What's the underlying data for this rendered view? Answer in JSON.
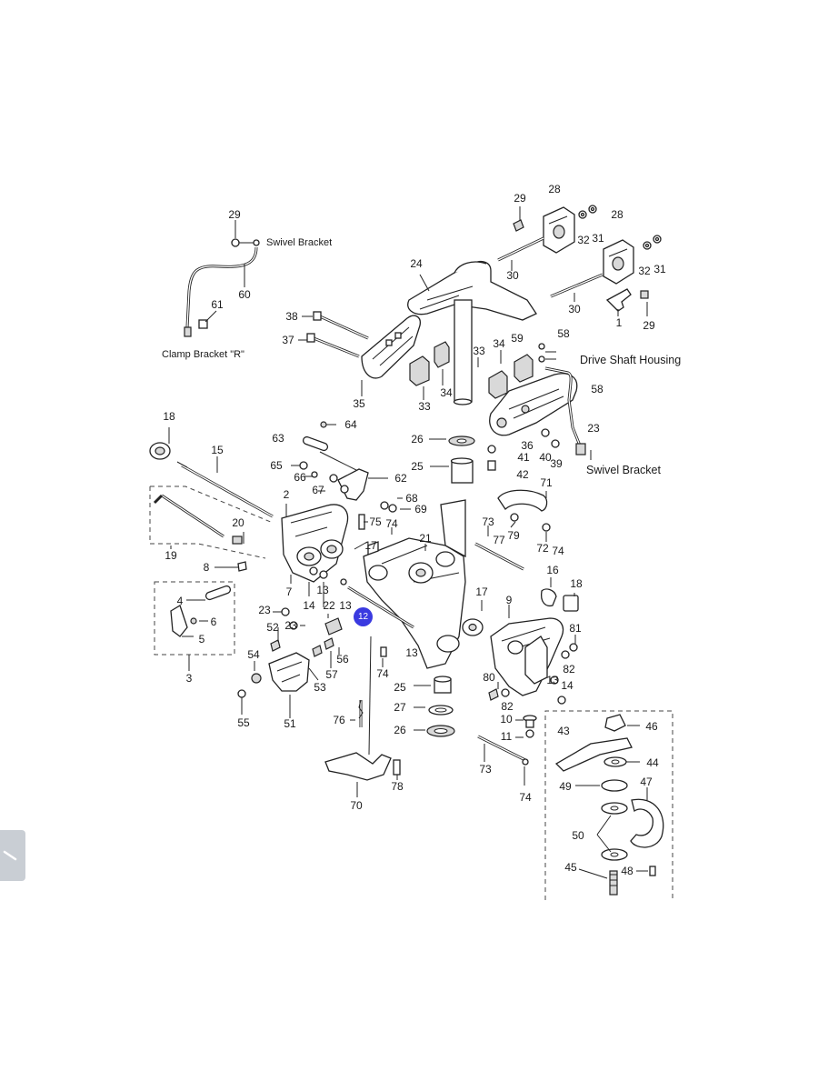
{
  "diagram": {
    "annotations": {
      "swivel_bracket_top": "Swivel Bracket",
      "clamp_bracket_r": "Clamp Bracket \"R\"",
      "drive_shaft_housing": "Drive Shaft Housing",
      "swivel_bracket_right": "Swivel Bracket"
    },
    "highlight_label": "12",
    "callouts": [
      {
        "id": "29a",
        "text": "29"
      },
      {
        "id": "60",
        "text": "60"
      },
      {
        "id": "61",
        "text": "61"
      },
      {
        "id": "38",
        "text": "38"
      },
      {
        "id": "37",
        "text": "37"
      },
      {
        "id": "35",
        "text": "35"
      },
      {
        "id": "24",
        "text": "24"
      },
      {
        "id": "26a",
        "text": "26"
      },
      {
        "id": "25a",
        "text": "25"
      },
      {
        "id": "33a",
        "text": "33"
      },
      {
        "id": "34a",
        "text": "34"
      },
      {
        "id": "33b",
        "text": "33"
      },
      {
        "id": "34b",
        "text": "34"
      },
      {
        "id": "29b",
        "text": "29"
      },
      {
        "id": "28a",
        "text": "28"
      },
      {
        "id": "32a",
        "text": "32"
      },
      {
        "id": "31a",
        "text": "31"
      },
      {
        "id": "30a",
        "text": "30"
      },
      {
        "id": "28b",
        "text": "28"
      },
      {
        "id": "32b",
        "text": "32"
      },
      {
        "id": "31b",
        "text": "31"
      },
      {
        "id": "30b",
        "text": "30"
      },
      {
        "id": "1",
        "text": "1"
      },
      {
        "id": "29c",
        "text": "29"
      },
      {
        "id": "59",
        "text": "59"
      },
      {
        "id": "58a",
        "text": "58"
      },
      {
        "id": "58b",
        "text": "58"
      },
      {
        "id": "36",
        "text": "36"
      },
      {
        "id": "41",
        "text": "41"
      },
      {
        "id": "42",
        "text": "42"
      },
      {
        "id": "40",
        "text": "40"
      },
      {
        "id": "39",
        "text": "39"
      },
      {
        "id": "23a",
        "text": "23"
      },
      {
        "id": "18a",
        "text": "18"
      },
      {
        "id": "15",
        "text": "15"
      },
      {
        "id": "2",
        "text": "2"
      },
      {
        "id": "20",
        "text": "20"
      },
      {
        "id": "19",
        "text": "19"
      },
      {
        "id": "63",
        "text": "63"
      },
      {
        "id": "64",
        "text": "64"
      },
      {
        "id": "65",
        "text": "65"
      },
      {
        "id": "66",
        "text": "66"
      },
      {
        "id": "67",
        "text": "67"
      },
      {
        "id": "62",
        "text": "62"
      },
      {
        "id": "68",
        "text": "68"
      },
      {
        "id": "69",
        "text": "69"
      },
      {
        "id": "75",
        "text": "75"
      },
      {
        "id": "74a",
        "text": "74"
      },
      {
        "id": "21",
        "text": "21"
      },
      {
        "id": "17a",
        "text": "17"
      },
      {
        "id": "8",
        "text": "8"
      },
      {
        "id": "7",
        "text": "7"
      },
      {
        "id": "14a",
        "text": "14"
      },
      {
        "id": "13a",
        "text": "13"
      },
      {
        "id": "13b",
        "text": "13"
      },
      {
        "id": "22",
        "text": "22"
      },
      {
        "id": "4",
        "text": "4"
      },
      {
        "id": "6",
        "text": "6"
      },
      {
        "id": "5",
        "text": "5"
      },
      {
        "id": "3",
        "text": "3"
      },
      {
        "id": "23b",
        "text": "23"
      },
      {
        "id": "23c",
        "text": "23"
      },
      {
        "id": "52",
        "text": "52"
      },
      {
        "id": "56",
        "text": "56"
      },
      {
        "id": "54",
        "text": "54"
      },
      {
        "id": "57",
        "text": "57"
      },
      {
        "id": "53",
        "text": "53"
      },
      {
        "id": "55",
        "text": "55"
      },
      {
        "id": "51",
        "text": "51"
      },
      {
        "id": "74b",
        "text": "74"
      },
      {
        "id": "13c",
        "text": "13"
      },
      {
        "id": "71",
        "text": "71"
      },
      {
        "id": "73a",
        "text": "73"
      },
      {
        "id": "77",
        "text": "77"
      },
      {
        "id": "79",
        "text": "79"
      },
      {
        "id": "72",
        "text": "72"
      },
      {
        "id": "74c",
        "text": "74"
      },
      {
        "id": "16",
        "text": "16"
      },
      {
        "id": "18b",
        "text": "18"
      },
      {
        "id": "17b",
        "text": "17"
      },
      {
        "id": "9",
        "text": "9"
      },
      {
        "id": "81",
        "text": "81"
      },
      {
        "id": "13d",
        "text": "13"
      },
      {
        "id": "82a",
        "text": "82"
      },
      {
        "id": "14b",
        "text": "14"
      },
      {
        "id": "80",
        "text": "80"
      },
      {
        "id": "82b",
        "text": "82"
      },
      {
        "id": "25b",
        "text": "25"
      },
      {
        "id": "27",
        "text": "27"
      },
      {
        "id": "26b",
        "text": "26"
      },
      {
        "id": "10",
        "text": "10"
      },
      {
        "id": "11",
        "text": "11"
      },
      {
        "id": "76",
        "text": "76"
      },
      {
        "id": "78",
        "text": "78"
      },
      {
        "id": "70",
        "text": "70"
      },
      {
        "id": "73b",
        "text": "73"
      },
      {
        "id": "74d",
        "text": "74"
      },
      {
        "id": "43",
        "text": "43"
      },
      {
        "id": "46",
        "text": "46"
      },
      {
        "id": "44",
        "text": "44"
      },
      {
        "id": "49",
        "text": "49"
      },
      {
        "id": "47",
        "text": "47"
      },
      {
        "id": "50",
        "text": "50"
      },
      {
        "id": "45",
        "text": "45"
      },
      {
        "id": "48",
        "text": "48"
      }
    ]
  }
}
